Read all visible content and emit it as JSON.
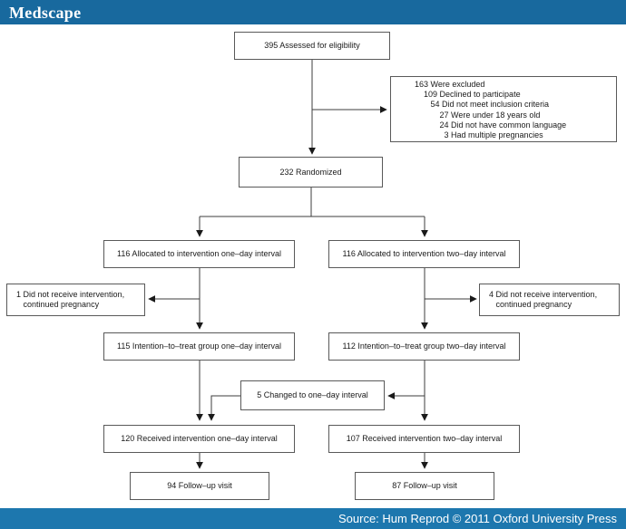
{
  "colors": {
    "header_bar": "#18699E",
    "footer_bar": "#1D77AE"
  },
  "header": {
    "logo": "Medscape"
  },
  "footer": {
    "source": "Source: Hum Reprod © 2011 Oxford University Press"
  },
  "flowchart": {
    "assessed": "395 Assessed for eligibility",
    "excluded": "163 Were excluded\n    109 Declined to participate\n       54 Did not meet inclusion criteria\n           27 Were under 18 years old\n           24 Did not have common language\n             3 Had multiple pregnancies",
    "randomized": "232 Randomized",
    "alloc_one": "116 Allocated to intervention one–day interval",
    "alloc_two": "116 Allocated to intervention two–day interval",
    "no_intervention_one": "1 Did not receive intervention,\n   continued pregnancy",
    "no_intervention_two": "4 Did not receive intervention,\n   continued pregnancy",
    "itt_one": "115 Intention–to–treat group one–day interval",
    "itt_two": "112 Intention–to–treat group two–day interval",
    "changed": "5 Changed to one–day interval",
    "received_one": "120 Received intervention one–day interval",
    "received_two": "107 Received intervention two–day interval",
    "followup_one": "94 Follow–up visit",
    "followup_two": "87 Follow–up visit"
  }
}
